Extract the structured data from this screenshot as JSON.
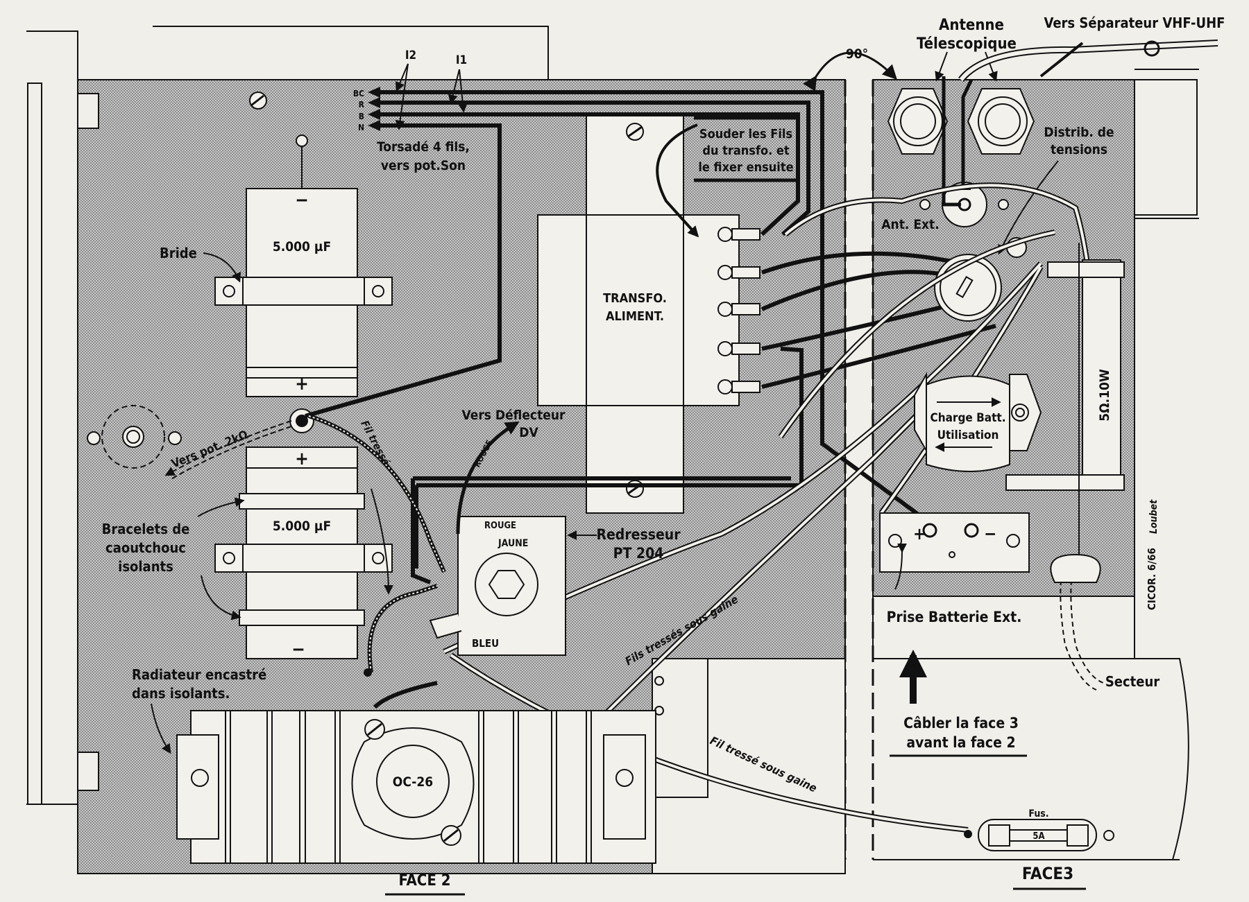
{
  "title": "Wiring diagram — Face 2 and Face 3",
  "colors": {
    "paper": "#f1efea",
    "panel": "#bdbdbd",
    "ink": "#111111",
    "part": "#f3f1ec"
  },
  "labels": {
    "i2": "I2",
    "i1": "I1",
    "wire_bc": "BC",
    "wire_r": "R",
    "wire_b": "B",
    "wire_n": "N",
    "torsade_l1": "Torsadé 4 fils,",
    "torsade_l2": "vers pot.Son",
    "souder_l1": "Souder les Fils",
    "souder_l2": "du transfo. et",
    "souder_l3": "le fixer ensuite",
    "angle": "90°",
    "antenne_l1": "Antenne",
    "antenne_l2": "Télescopique",
    "vhf": "Vers Séparateur VHF-UHF",
    "distrib_l1": "Distrib. de",
    "distrib_l2": "tensions",
    "ant_ext": "Ant. Ext.",
    "bride": "Bride",
    "cap_top": "5.000 µF",
    "cap_bottom": "5.000 µF",
    "minus": "−",
    "plus": "+",
    "transfo_l1": "TRANSFO.",
    "transfo_l2": "ALIMENT.",
    "charge": "Charge Batt.",
    "utilisation": "Utilisation",
    "resistor": "5Ω.10W",
    "vers_pot": "Vers pot. 2kΩ",
    "fil_tresse": "Fil tressé",
    "rouge_arc": "ROUGE",
    "deflecteur_l1": "Vers Déflecteur",
    "deflecteur_l2": "DV",
    "rouge": "ROUGE",
    "jaune": "JAUNE",
    "bleu": "BLEU",
    "redresseur_l1": "Redresseur",
    "redresseur_l2": "PT 204",
    "bracelets_l1": "Bracelets de",
    "bracelets_l2": "caoutchouc",
    "bracelets_l3": "isolants",
    "fils_tresses": "Fils tressés sous gaine",
    "prise": "Prise Batterie Ext.",
    "cabler_l1": "Câbler la face 3",
    "cabler_l2": "avant la face 2",
    "secteur": "Secteur",
    "cicor": "CICOR. 6/66",
    "signature": "Loubet",
    "radiateur_l1": "Radiateur encastré",
    "radiateur_l2": "dans isolants.",
    "oc26": "OC-26",
    "fil_gaine": "Fil tressé sous gaine",
    "fus": "Fus.",
    "fuse_value": "5A",
    "batt_plus": "+",
    "batt_minus": "−",
    "face2": "FACE 2",
    "face3": "FACE3"
  }
}
